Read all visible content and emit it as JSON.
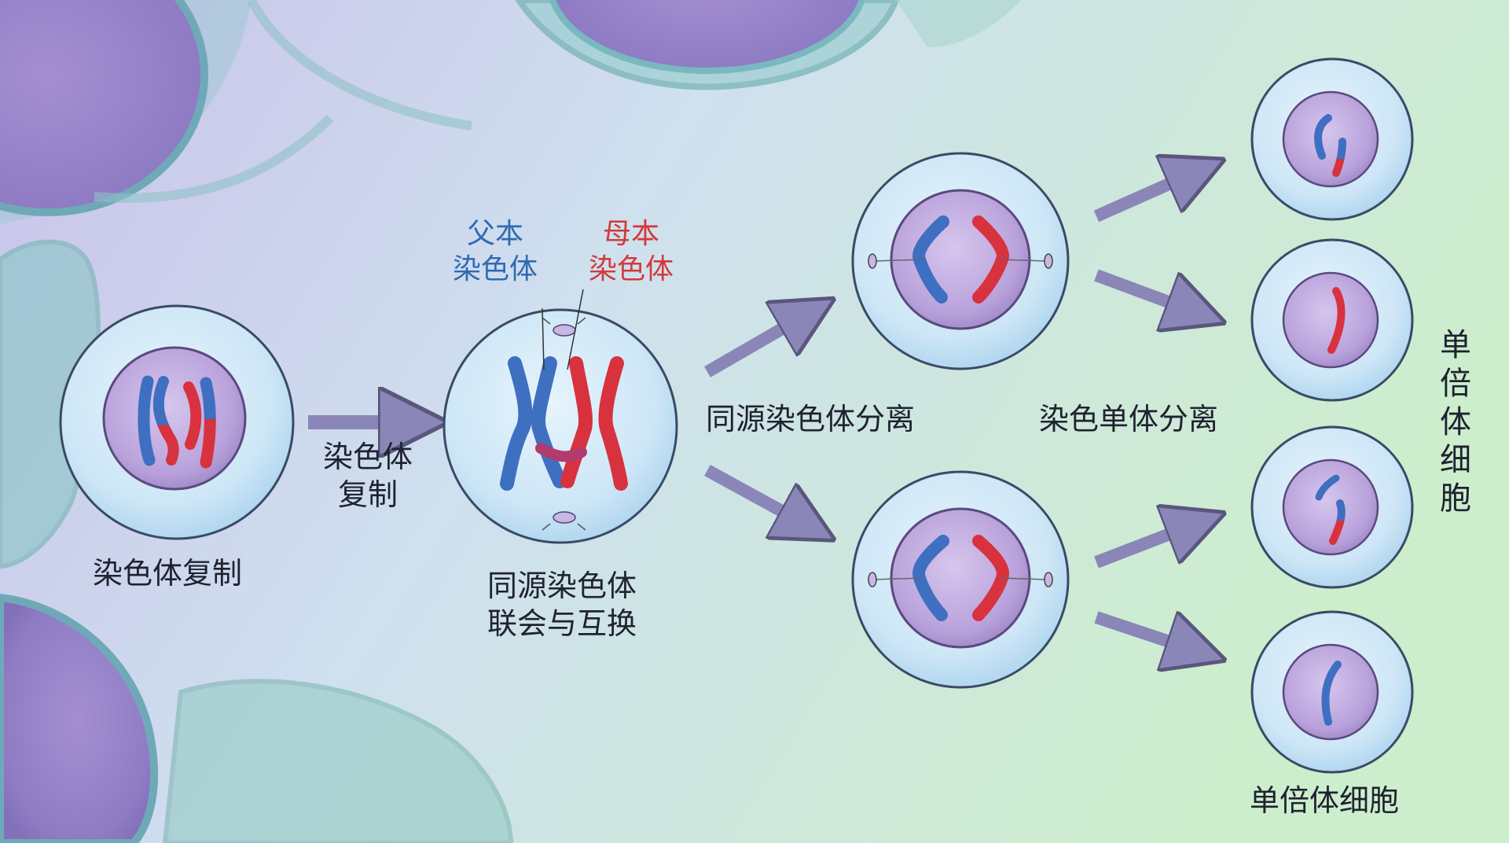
{
  "labels": {
    "replication_arrow": [
      "染色体",
      "复制"
    ],
    "replication_caption": "染色体复制",
    "paternal": [
      "父本",
      "染色体"
    ],
    "maternal": [
      "母本",
      "染色体"
    ],
    "synapsis_caption": [
      "同源染色体",
      "联会与互换"
    ],
    "homolog_separation": "同源染色体分离",
    "chromatid_separation": "染色单体分离",
    "haploid_vertical": "单倍体细胞",
    "haploid_bottom": "单倍体细胞"
  },
  "colors": {
    "paternal": "#3f6fc0",
    "maternal": "#d8323f",
    "paternal_text": "#2f6bb3",
    "maternal_text": "#d23a3a",
    "cell_fill": "#cfe6f6",
    "nucleus_fill": "#b8a0d8",
    "arrow": "#8a86b8"
  }
}
